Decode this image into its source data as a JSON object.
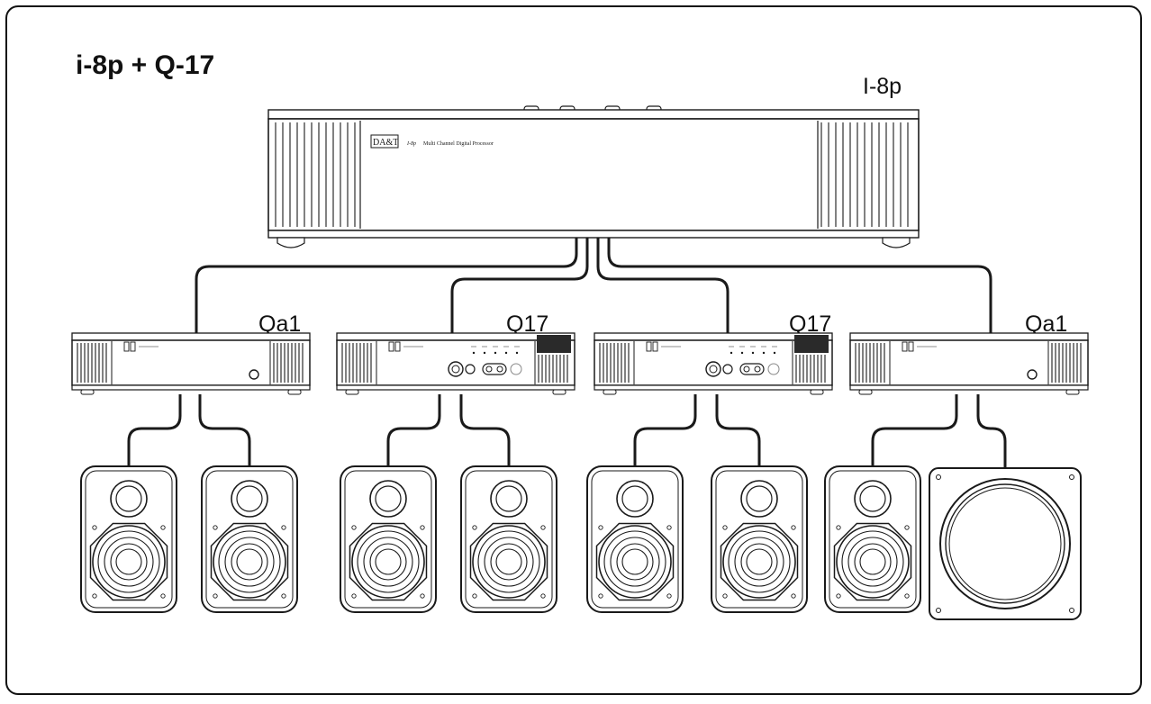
{
  "title": "i-8p + Q-17",
  "processor": {
    "label": "I-8p",
    "logo": "DA&T",
    "model_text": "I-8p",
    "faceplate_text": "Multi Channel Digital Processor"
  },
  "amplifiers": [
    {
      "label": "Qa1",
      "type": "qa1"
    },
    {
      "label": "Q17",
      "type": "q17"
    },
    {
      "label": "Q17",
      "type": "q17"
    },
    {
      "label": "Qa1",
      "type": "qa1"
    }
  ],
  "speakers": [
    {
      "type": "bookshelf"
    },
    {
      "type": "bookshelf"
    },
    {
      "type": "bookshelf"
    },
    {
      "type": "bookshelf"
    },
    {
      "type": "bookshelf"
    },
    {
      "type": "bookshelf"
    },
    {
      "type": "bookshelf"
    },
    {
      "type": "subwoofer"
    }
  ],
  "colors": {
    "ink": "#1a1a1a",
    "panel": "#ffffff",
    "dark": "#2a2a2a"
  }
}
